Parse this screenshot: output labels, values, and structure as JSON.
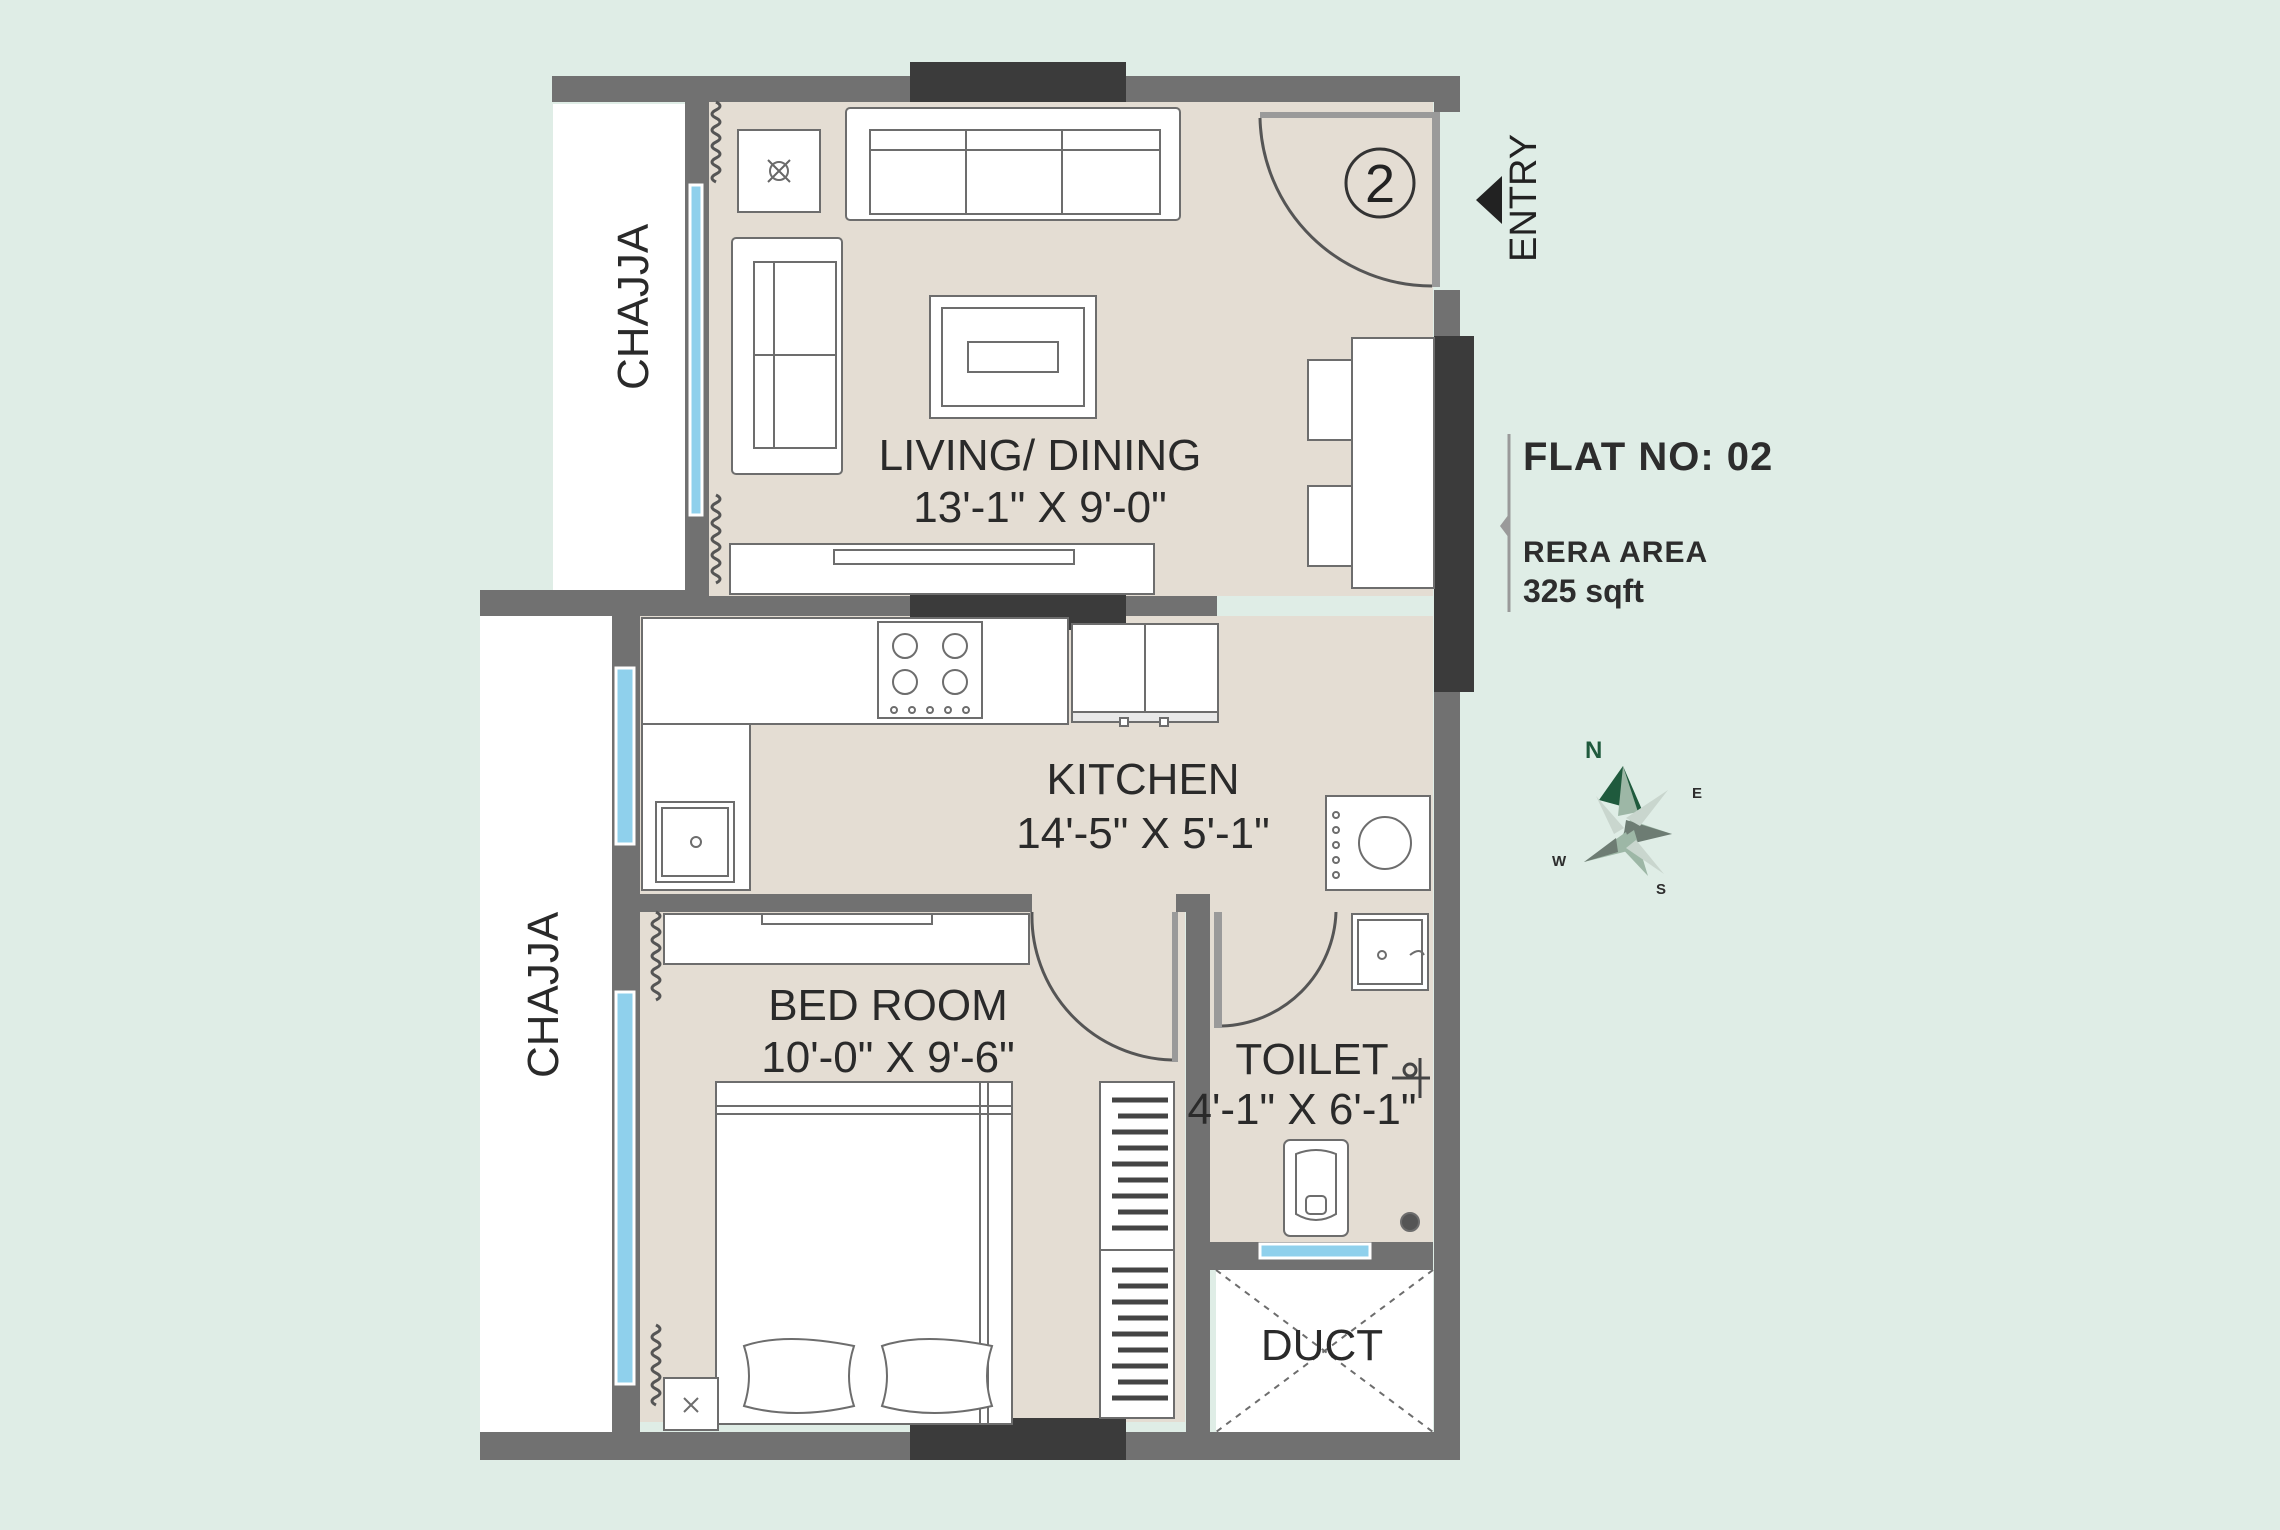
{
  "flat": {
    "title": "FLAT NO: 02",
    "area_label": "RERA AREA",
    "area_value": "325 sqft"
  },
  "rooms": {
    "living": {
      "name": "LIVING/ DINING",
      "size": "13'-1\" X 9'-0\""
    },
    "kitchen": {
      "name": "KITCHEN",
      "size": "14'-5\" X 5'-1\""
    },
    "bedroom": {
      "name": "BED ROOM",
      "size": "10'-0\" X 9'-6\""
    },
    "toilet": {
      "name": "TOILET",
      "size": "4'-1\" X 6'-1\""
    },
    "duct": {
      "name": "DUCT"
    }
  },
  "chajja_top": "CHAJJA",
  "chajja_bottom": "CHAJJA",
  "entry": {
    "label": "ENTRY",
    "unit_number": "2"
  },
  "compass": {
    "n": "N",
    "e": "E",
    "s": "S",
    "w": "W"
  },
  "colors": {
    "background": "#dfede6",
    "floor": "#e4ddd3",
    "wall": "#717171",
    "dark_wall": "#3b3b3b",
    "window_glass": "#8fd0ec",
    "compass_accent": "#1f5a3d"
  }
}
